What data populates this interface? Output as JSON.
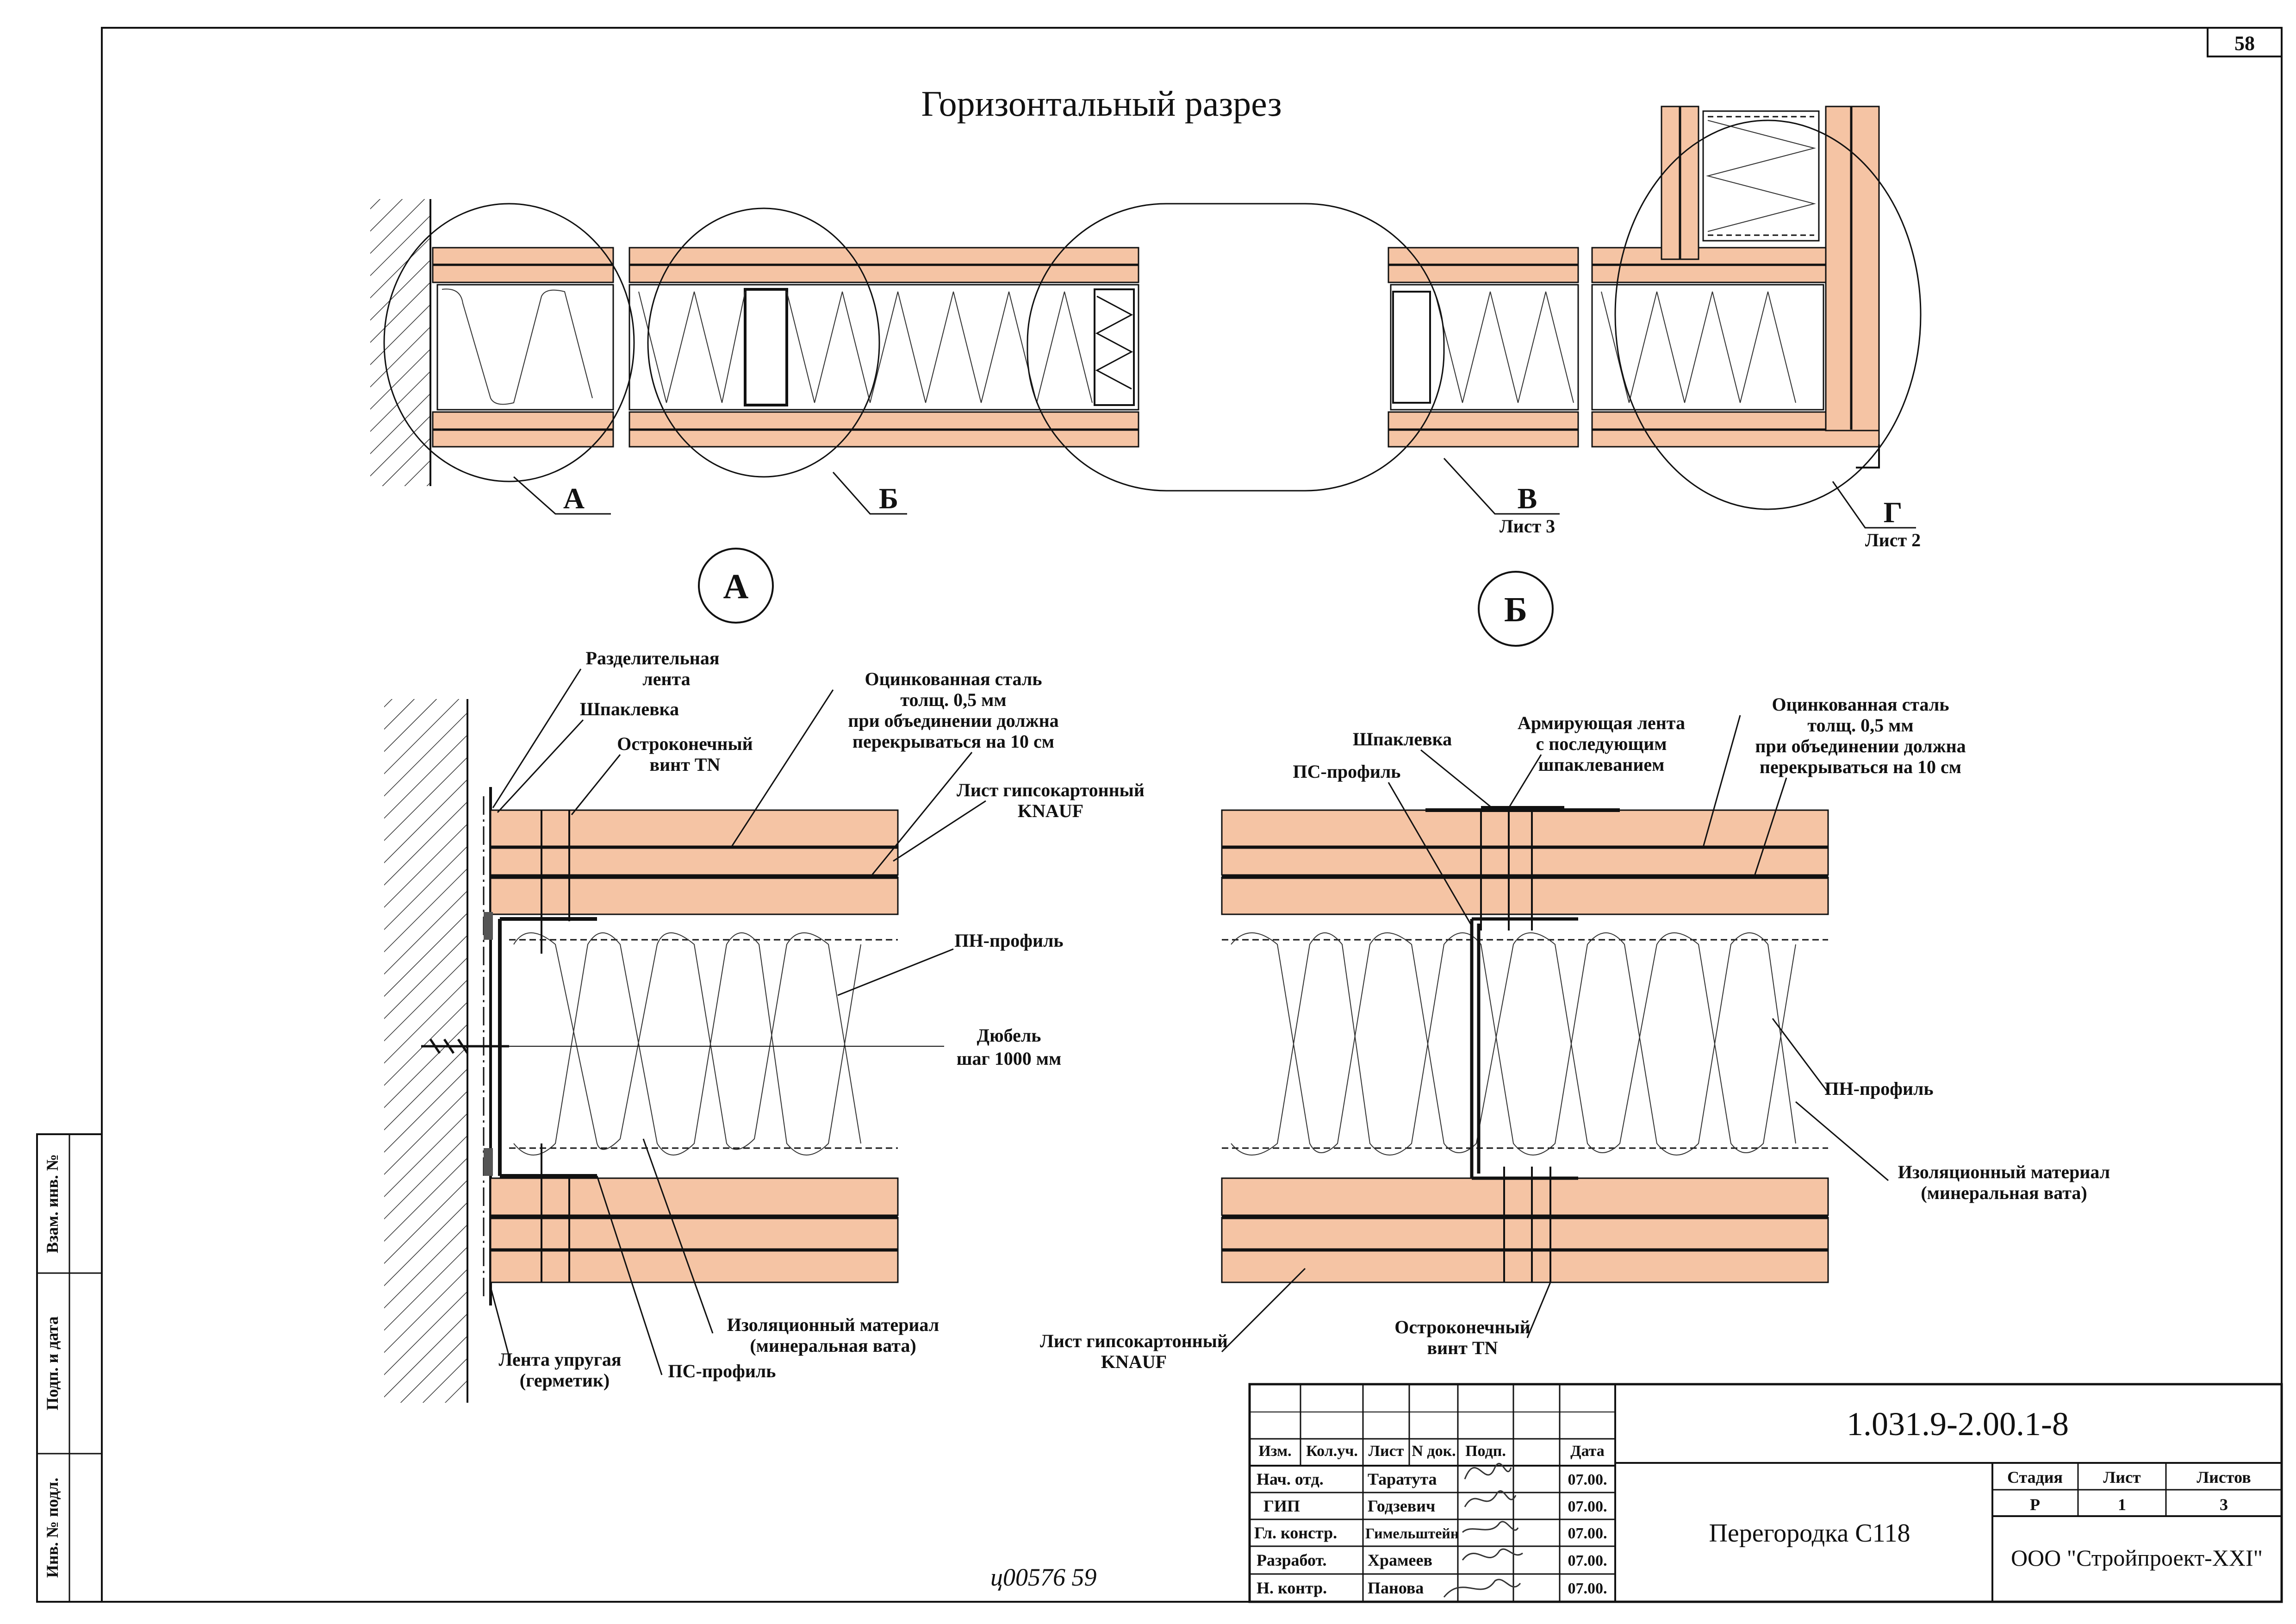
{
  "sheet_number_top": "58",
  "title": "Горизонтальный разрез",
  "overview": {
    "callouts": [
      {
        "letter": "А",
        "sheet": ""
      },
      {
        "letter": "Б",
        "sheet": ""
      },
      {
        "letter": "В",
        "sheet": "Лист 3"
      },
      {
        "letter": "Г",
        "sheet": "Лист 2"
      }
    ]
  },
  "detail_a": {
    "marker": "А",
    "labels": {
      "separating_tape_1": "Разделительная",
      "separating_tape_2": "лента",
      "putty": "Шпаклевка",
      "screw_1": "Остроконечный",
      "screw_2": "винт TN",
      "steel_1": "Оцинкованная сталь",
      "steel_2": "толщ. 0,5 мм",
      "steel_3": "при объединении должна",
      "steel_4": "перекрываться на 10 см",
      "gypsum_1": "Лист гипсокартонный",
      "gypsum_2": "KNAUF",
      "pn_profile": "ПН-профиль",
      "dowel_1": "Дюбель",
      "dowel_2": "шаг 1000 мм",
      "insulation_1": "Изоляционный материал",
      "insulation_2": "(минеральная вата)",
      "elastic_tape_1": "Лента упругая",
      "elastic_tape_2": "(герметик)",
      "ps_profile": "ПС-профиль"
    }
  },
  "detail_b": {
    "marker": "Б",
    "labels": {
      "putty": "Шпаклевка",
      "reinf_1": "Армирующая лента",
      "reinf_2": "с последующим",
      "reinf_3": "шпаклеванием",
      "steel_1": "Оцинкованная сталь",
      "steel_2": "толщ. 0,5 мм",
      "steel_3": "при объединении должна",
      "steel_4": "перекрываться на 10 см",
      "ps_profile": "ПС-профиль",
      "pn_profile": "ПН-профиль",
      "insulation_1": "Изоляционный материал",
      "insulation_2": "(минеральная вата)",
      "gypsum_1": "Лист гипсокартонный",
      "gypsum_2": "KNAUF",
      "screw_1": "Остроконечный",
      "screw_2": "винт TN"
    }
  },
  "side_stamps": [
    "Взам. инв. №",
    "Подп. и дата",
    "Инв. № подл."
  ],
  "handwritten_note": "ц00576   59",
  "title_block": {
    "doc_code": "1.031.9-2.00.1-8",
    "headers": [
      "Изм.",
      "Кол.уч.",
      "Лист",
      "N док.",
      "Подп.",
      "Дата"
    ],
    "rows": [
      {
        "role": "Нач. отд.",
        "name": "Таратута",
        "date": "07.00."
      },
      {
        "role": "ГИП",
        "name": "Годзевич",
        "date": "07.00."
      },
      {
        "role": "Гл. констр.",
        "name": "Гимельштейн",
        "date": "07.00."
      },
      {
        "role": "Разработ.",
        "name": "Храмеев",
        "date": "07.00."
      },
      {
        "role": "Н. контр.",
        "name": "Панова",
        "date": "07.00."
      }
    ],
    "product": "Перегородка С118",
    "stage_header": "Стадия",
    "sheet_header": "Лист",
    "sheets_header": "Листов",
    "stage": "Р",
    "sheet": "1",
    "sheets": "3",
    "company": "ООО \"Стройпроект-XXI\""
  },
  "colors": {
    "board": "#f5c4a4",
    "line": "#111111",
    "background": "#ffffff"
  }
}
